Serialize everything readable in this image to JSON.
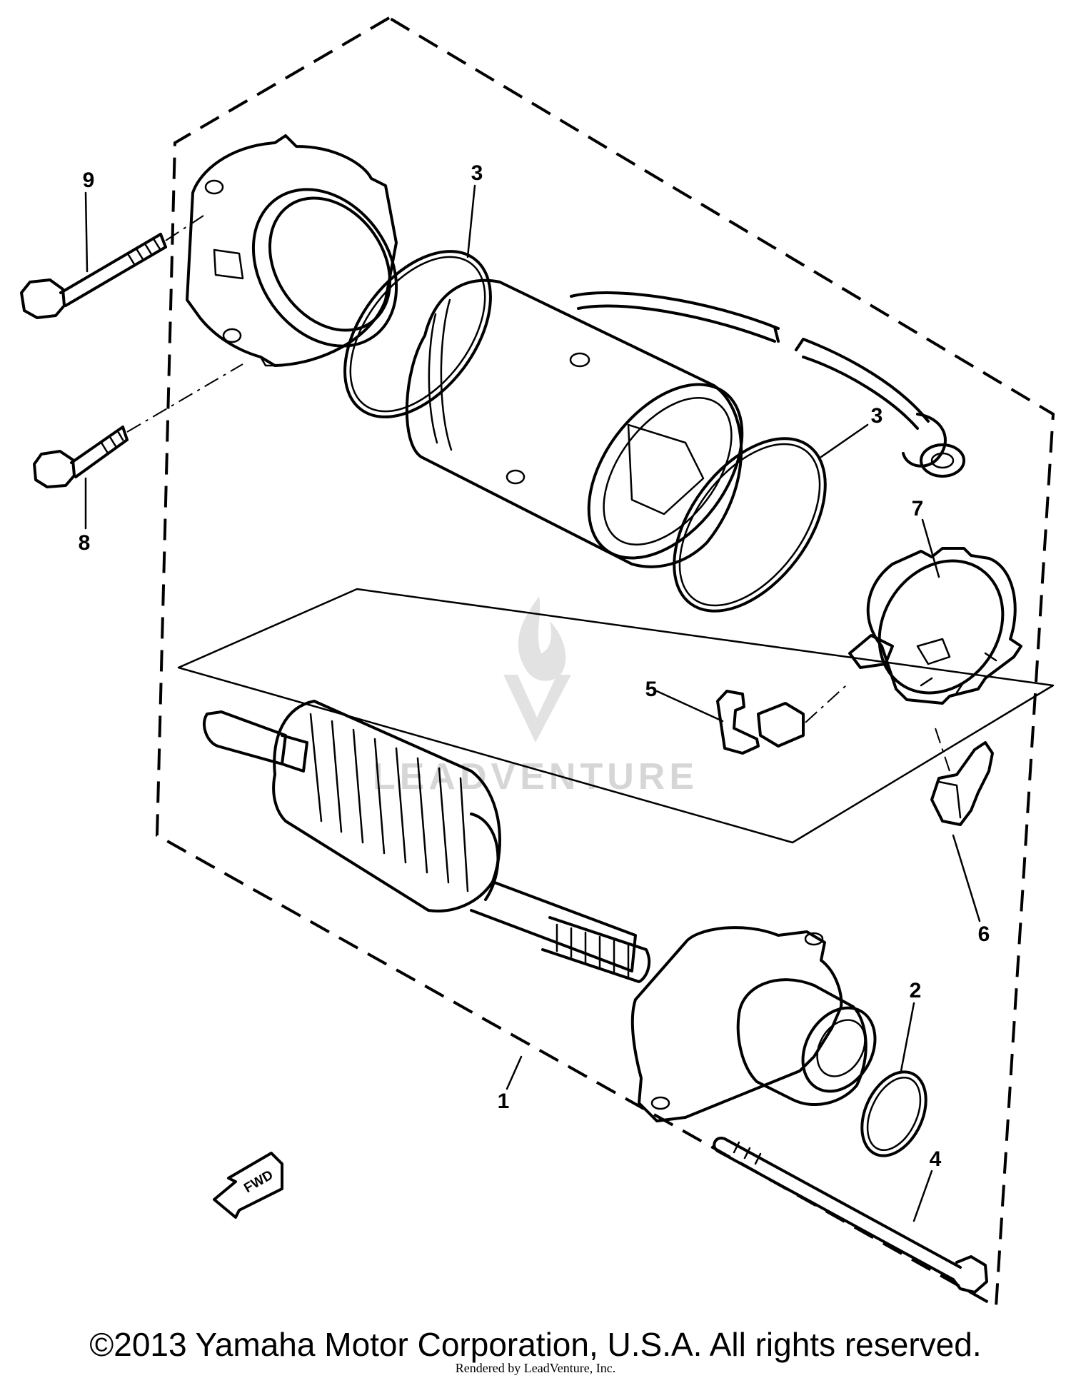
{
  "diagram": {
    "callouts": [
      {
        "id": "callout-1",
        "label": "1"
      },
      {
        "id": "callout-2",
        "label": "2"
      },
      {
        "id": "callout-3a",
        "label": "3"
      },
      {
        "id": "callout-3b",
        "label": "3"
      },
      {
        "id": "callout-4",
        "label": "4"
      },
      {
        "id": "callout-5",
        "label": "5"
      },
      {
        "id": "callout-6",
        "label": "6"
      },
      {
        "id": "callout-7",
        "label": "7"
      },
      {
        "id": "callout-8",
        "label": "8"
      },
      {
        "id": "callout-9",
        "label": "9"
      }
    ],
    "fwd_arrow_label": "FWD",
    "watermark_text": "LEADVENTURE"
  },
  "footer": {
    "copyright": "©2013 Yamaha Motor Corporation, U.S.A. All rights reserved.",
    "rendered_by": "Rendered by LeadVenture, Inc."
  },
  "colors": {
    "line": "#000000",
    "background": "#ffffff",
    "watermark": "#d6d6d6"
  }
}
